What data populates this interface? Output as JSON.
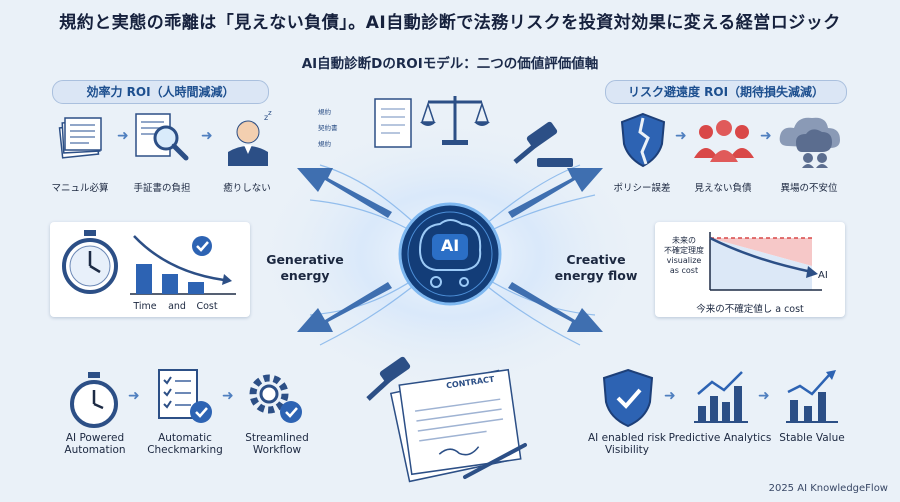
{
  "header": {
    "title": "規約と実態の乖離は「見えない負債」。AI自動診断で法務リスクを投資対効果に変える経営ロジック",
    "subtitle": "AI自動診断DのROIモデル：二つの価値評価値軸"
  },
  "left_panel": {
    "pill": "効率力 ROI（人時間減減）",
    "steps": [
      "マニュル必算",
      "手証書の負担",
      "癒りしない"
    ],
    "chart_labels": [
      "Time",
      "and",
      "Cost"
    ],
    "energy_label": "Generative energy",
    "bottom": [
      "AI Powered Automation",
      "Automatic Checkmarking",
      "Streamlined Workflow"
    ]
  },
  "right_panel": {
    "pill": "リスク避遠度 ROI（期待損失減減）",
    "steps": [
      "ポリシー誤差",
      "見えない負債",
      "異場の不安位"
    ],
    "chart_labels": [
      "未来の",
      "不確定理度",
      "visualize",
      "as cost"
    ],
    "chart_ai": "AI",
    "chart_caption": "今来の不確定値し a cost",
    "energy_label": "Creative energy flow",
    "bottom": [
      "AI enabled risk Visibility",
      "Predictive Analytics",
      "Stable Value"
    ]
  },
  "center": {
    "doc_lines": [
      "規約",
      "契約書",
      "規約"
    ],
    "core_label": "AI",
    "contract_label": "CONTRACT"
  },
  "footer": "2025 AI KnowledgeFlow",
  "colors": {
    "accent": "#2d63b3",
    "risk": "#d94848",
    "chart_line": "#2c4f86"
  }
}
